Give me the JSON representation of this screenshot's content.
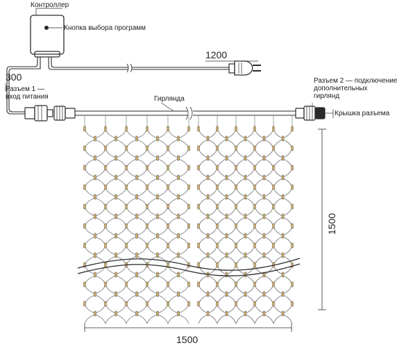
{
  "labels": {
    "controller": "Контроллер",
    "program_button": "Кнопка выбора программ",
    "connector1_line1": "Разъем 1 —",
    "connector1_line2": "вход питания",
    "connector2_line1": "Разъем 2 — подключение",
    "connector2_line2": "дополнительных",
    "connector2_line3": "гирлянд",
    "cap": "Крышка разъема",
    "garland": "Гирлянда"
  },
  "dimensions": {
    "cable_length": "1200",
    "lead_length": "300",
    "net_width": "1500",
    "net_height": "1500"
  },
  "colors": {
    "line": "#2a2a2a",
    "net": "#6b6b6b",
    "led": "#c9a86a"
  }
}
